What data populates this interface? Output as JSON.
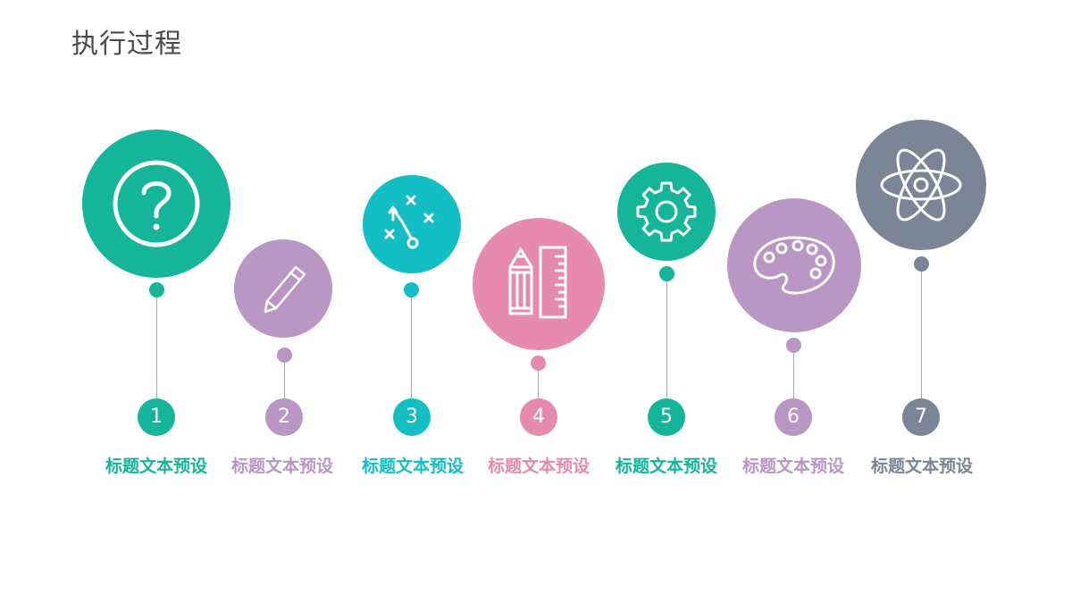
{
  "title": "执行过程",
  "colors": {
    "green": "#14b598",
    "purple": "#b996c4",
    "teal": "#13bec4",
    "pink": "#e68bad",
    "slate": "#7a8596"
  },
  "steps": [
    {
      "number": "1",
      "label": "标题文本预设",
      "icon": "question-icon",
      "color": "#14b598"
    },
    {
      "number": "2",
      "label": "标题文本预设",
      "icon": "pencil-icon",
      "color": "#b996c4"
    },
    {
      "number": "3",
      "label": "标题文本预设",
      "icon": "strategy-icon",
      "color": "#13bec4"
    },
    {
      "number": "4",
      "label": "标题文本预设",
      "icon": "pencil-ruler-icon",
      "color": "#e68bad"
    },
    {
      "number": "5",
      "label": "标题文本预设",
      "icon": "gear-icon",
      "color": "#14b598"
    },
    {
      "number": "6",
      "label": "标题文本预设",
      "icon": "palette-icon",
      "color": "#b996c4"
    },
    {
      "number": "7",
      "label": "标题文本预设",
      "icon": "atom-icon",
      "color": "#7a8596"
    }
  ]
}
